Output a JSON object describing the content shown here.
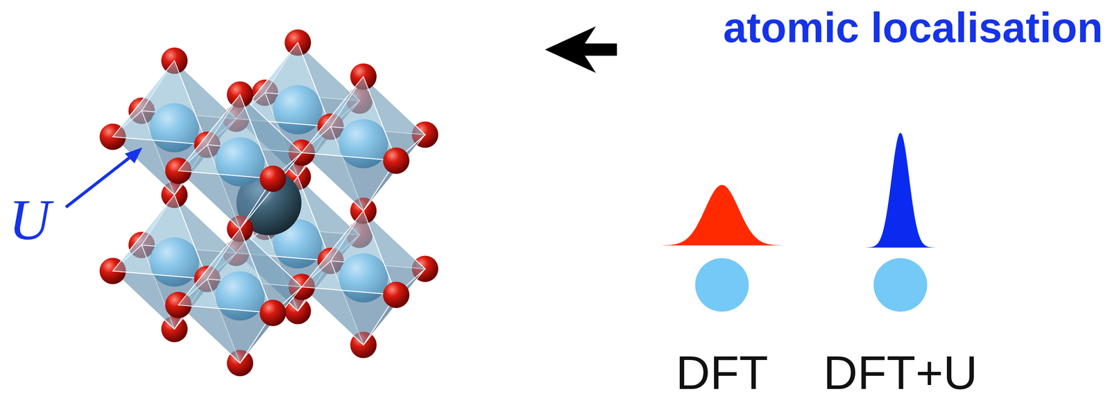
{
  "diagram": {
    "labels": [
      "atomic localisation",
      "U",
      "DFT",
      "DFT+U"
    ]
  }
}
